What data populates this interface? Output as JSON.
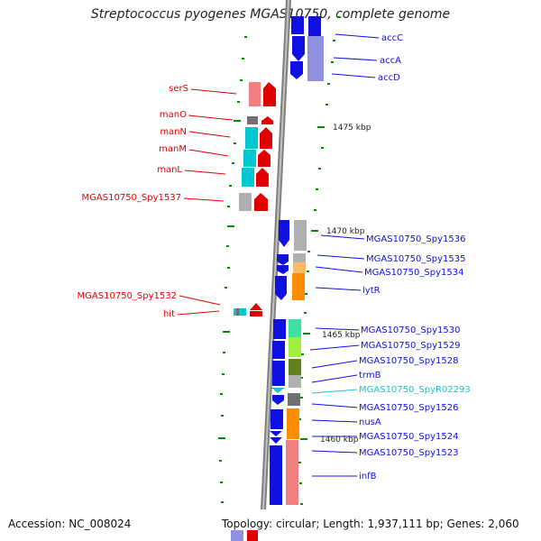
{
  "title": "Streptococcus pyogenes MGAS10750, complete genome",
  "accession": "Accession: NC_008024",
  "topology": "Topology: circular; Length: 1,937,111 bp; Genes: 2,060",
  "colors": {
    "blue": "#1010e0",
    "red": "#e00000",
    "cyan": "#00c8d0",
    "pink": "#f08080",
    "orange": "#ff8c00",
    "gray": "#b0b0b0",
    "darkgray": "#707070",
    "lavender": "#9090e0",
    "lime": "#a0f040",
    "olive": "#608020",
    "teal_label": "#20c0d0",
    "green_tick": "#009000"
  },
  "ruler_labels": [
    "1475 kbp",
    "1470 kbp",
    "1465 kbp",
    "1460 kbp"
  ],
  "left_genes": [
    "serS",
    "manO",
    "manN",
    "manM",
    "manL",
    "MGAS10750_Spy1537",
    "MGAS10750_Spy1532",
    "hit"
  ],
  "right_genes": [
    "accC",
    "accA",
    "accD",
    "MGAS10750_Spy1536",
    "MGAS10750_Spy1535",
    "MGAS10750_Spy1534",
    "lytR",
    "MGAS10750_Spy1530",
    "MGAS10750_Spy1529",
    "MGAS10750_Spy1528",
    "trmB",
    "MGAS10750_SpyR02293",
    "MGAS10750_Spy1526",
    "nusA",
    "MGAS10750_Spy1524",
    "MGAS10750_Spy1523",
    "infB"
  ]
}
